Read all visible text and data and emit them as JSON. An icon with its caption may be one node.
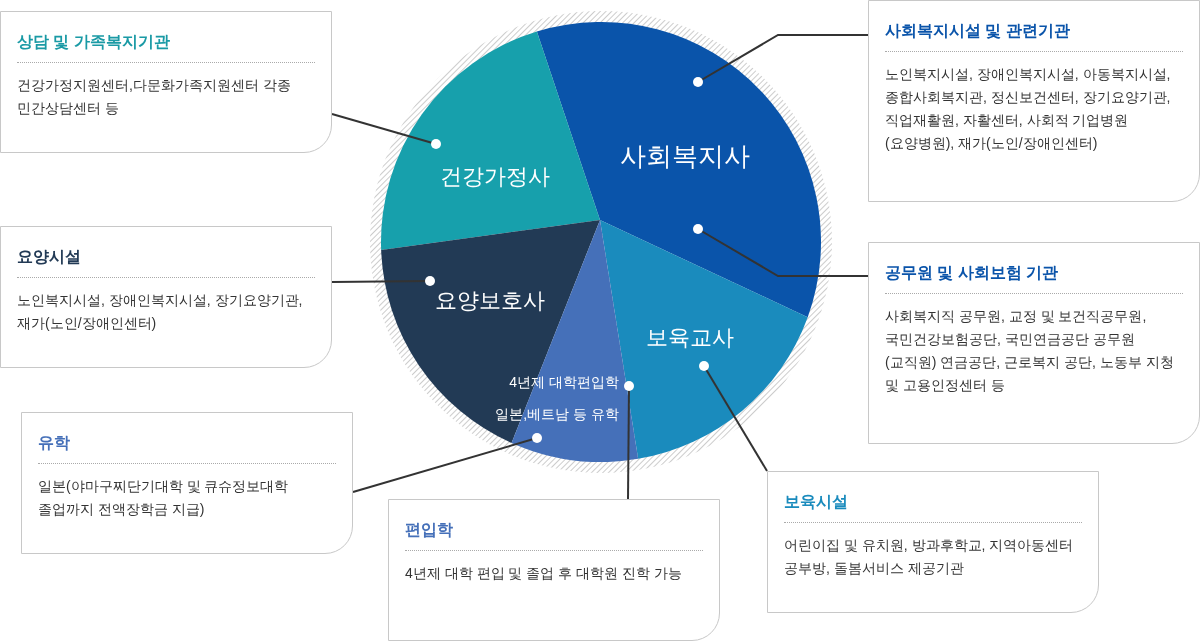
{
  "diagram": {
    "nodes": [
      {
        "text": [
          "상담 및 가족복지기관",
          "건강가정지원센터,다문화가족지원센터 각종 민간상담센터 등"
        ]
      },
      {
        "text": [
          "요양시설",
          "노인복지시설, 장애인복지시설, 장기요양기관, 재가(노인/장애인센터)"
        ]
      },
      {
        "text": [
          "유학",
          "일본(야마구찌단기대학 및 큐슈정보대학 졸업까지 전액장학금 지급)"
        ]
      },
      {
        "text": [
          "편입학",
          "4년제 대학 편입 및 졸업 후 대학원 진학 가능"
        ]
      },
      {
        "text": [
          "보육시설",
          "어린이집 및 유치원, 방과후학교, 지역아동센터 공부방, 돌봄서비스 제공기관"
        ]
      },
      {
        "text": [
          "사회복지시설 및 관련기관",
          "노인복지시설, 장애인복지시설, 아동복지시설, 종합사회복지관, 정신보건센터, 장기요양기관, 직업재활원, 자활센터, 사회적 기업병원(요양병원), 재가(노인/장애인센터)"
        ]
      },
      {
        "text": [
          "공무원 및 사회보험 기관",
          "사회복지직 공무원, 교정 및 보건직공무원, 국민건강보험공단, 국민연금공단 공무원(교직원) 연금공단, 근로복지 공단, 노동부 지청 및 고용인정센터 등"
        ]
      },
      {
        "text": [
          "사회복지사"
        ]
      },
      {
        "text": [
          "건강가정사"
        ]
      },
      {
        "text": [
          "요양보호사"
        ]
      },
      {
        "text": [
          "보육교사"
        ]
      },
      {
        "text": [
          "4년제 대학편입학",
          "일본,베트남 등 유학"
        ]
      }
    ],
    "edges": [
      {
        "from": 0,
        "to": 8,
        "arrow": "other"
      },
      {
        "from": 1,
        "to": 9,
        "arrow": "other"
      },
      {
        "from": 2,
        "to": 11,
        "arrow": "other"
      },
      {
        "from": 3,
        "to": 11,
        "arrow": "other"
      },
      {
        "from": 4,
        "to": 10,
        "arrow": "other"
      },
      {
        "from": 5,
        "to": 7,
        "arrow": "other"
      },
      {
        "from": 6,
        "to": 7,
        "arrow": "other"
      }
    ]
  }
}
